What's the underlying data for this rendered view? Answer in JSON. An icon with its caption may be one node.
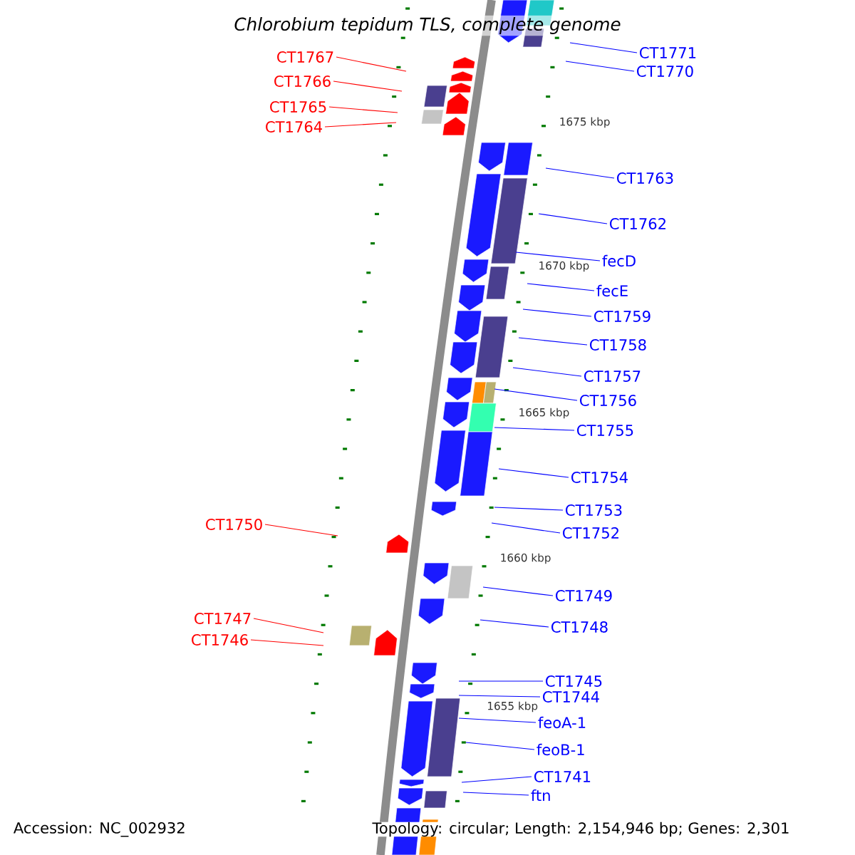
{
  "diagram": {
    "title": "Chlorobium tepidum TLS, complete genome",
    "nodes": [
      {
        "text": [
          "CT1771"
        ]
      },
      {
        "text": [
          "CT1770"
        ]
      },
      {
        "text": [
          "CT1767"
        ]
      },
      {
        "text": [
          "CT1766"
        ]
      },
      {
        "text": [
          "CT1765"
        ]
      },
      {
        "text": [
          "CT1764"
        ]
      },
      {
        "text": [
          "CT1763"
        ]
      },
      {
        "text": [
          "CT1762"
        ]
      },
      {
        "text": [
          "fecD"
        ]
      },
      {
        "text": [
          "fecE"
        ]
      },
      {
        "text": [
          "CT1759"
        ]
      },
      {
        "text": [
          "CT1758"
        ]
      },
      {
        "text": [
          "CT1757"
        ]
      },
      {
        "text": [
          "CT1756"
        ]
      },
      {
        "text": [
          "CT1755"
        ]
      },
      {
        "text": [
          "CT1754"
        ]
      },
      {
        "text": [
          "CT1753"
        ]
      },
      {
        "text": [
          "CT1752"
        ]
      },
      {
        "text": [
          "CT1750"
        ]
      },
      {
        "text": [
          "CT1749"
        ]
      },
      {
        "text": [
          "CT1748"
        ]
      },
      {
        "text": [
          "CT1747"
        ]
      },
      {
        "text": [
          "CT1746"
        ]
      },
      {
        "text": [
          "CT1745"
        ]
      },
      {
        "text": [
          "CT1744"
        ]
      },
      {
        "text": [
          "feoA-1"
        ]
      },
      {
        "text": [
          "feoB-1"
        ]
      },
      {
        "text": [
          "CT1741"
        ]
      },
      {
        "text": [
          "ftn"
        ]
      }
    ],
    "edges": [
      {
        "from": 0,
        "to": null,
        "arrow": "none"
      },
      {
        "from": 1,
        "to": null,
        "arrow": "none"
      },
      {
        "from": 2,
        "to": null,
        "arrow": "none",
        "color": "#ff0000"
      },
      {
        "from": 3,
        "to": null,
        "arrow": "none",
        "color": "#ff0000"
      },
      {
        "from": 4,
        "to": null,
        "arrow": "none",
        "color": "#ff0000"
      },
      {
        "from": 5,
        "to": null,
        "arrow": "none",
        "color": "#ff0000"
      },
      {
        "from": 6,
        "to": null,
        "arrow": "none"
      },
      {
        "from": 7,
        "to": null,
        "arrow": "none"
      },
      {
        "from": 8,
        "to": null,
        "arrow": "none"
      },
      {
        "from": 9,
        "to": null,
        "arrow": "none"
      },
      {
        "from": 10,
        "to": null,
        "arrow": "none"
      },
      {
        "from": 11,
        "to": null,
        "arrow": "none"
      },
      {
        "from": 12,
        "to": null,
        "arrow": "none"
      },
      {
        "from": 13,
        "to": null,
        "arrow": "none"
      },
      {
        "from": 14,
        "to": null,
        "arrow": "none"
      },
      {
        "from": 15,
        "to": null,
        "arrow": "none"
      },
      {
        "from": 16,
        "to": null,
        "arrow": "none"
      },
      {
        "from": 17,
        "to": null,
        "arrow": "none"
      },
      {
        "from": 18,
        "to": null,
        "arrow": "none",
        "color": "#ff0000"
      },
      {
        "from": 19,
        "to": null,
        "arrow": "none"
      },
      {
        "from": 20,
        "to": null,
        "arrow": "none"
      },
      {
        "from": 21,
        "to": null,
        "arrow": "none",
        "color": "#ff0000"
      },
      {
        "from": 22,
        "to": null,
        "arrow": "none",
        "color": "#ff0000"
      },
      {
        "from": 23,
        "to": null,
        "arrow": "none"
      },
      {
        "from": 24,
        "to": null,
        "arrow": "none"
      },
      {
        "from": 25,
        "to": null,
        "arrow": "none"
      },
      {
        "from": 26,
        "to": null,
        "arrow": "none"
      },
      {
        "from": 27,
        "to": null,
        "arrow": "none"
      },
      {
        "from": 28,
        "to": null,
        "arrow": "none"
      }
    ],
    "labels": [
      "1675 kbp",
      "1670 kbp",
      "1665 kbp",
      "1660 kbp",
      "1655 kbp",
      "Accession: NC_002932",
      "Topology: circular; Length: 2,154,946 bp; Genes: 2,301"
    ]
  }
}
